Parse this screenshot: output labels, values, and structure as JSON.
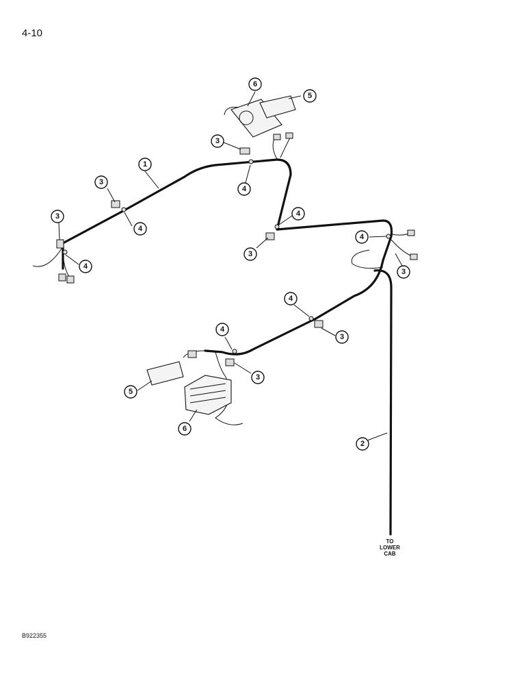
{
  "header": {
    "page_number": "4-10"
  },
  "footer": {
    "figure_code": "B922355"
  },
  "destination_label": {
    "lines": [
      "TO",
      "LOWER",
      "CAB"
    ]
  },
  "callouts": {
    "harness_upper": "1",
    "harness_lower": "2",
    "clip": "3",
    "tie_strap": "4",
    "lamp": "5",
    "floodlight": "6"
  }
}
